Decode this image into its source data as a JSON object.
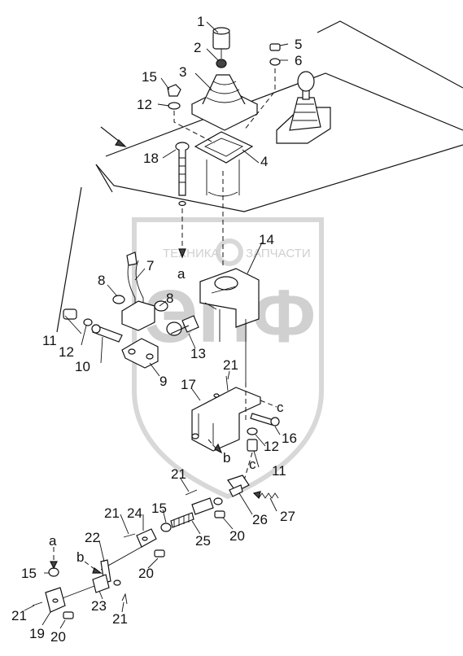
{
  "watermark": {
    "line1_left": "ТЕХНИКА",
    "line1_right": "ЗАПЧАСТИ",
    "logo": "ЭПФ"
  },
  "callouts": {
    "c1": "1",
    "c2": "2",
    "c3": "3",
    "c4": "4",
    "c5": "5",
    "c6": "6",
    "c15a": "15",
    "c12a": "12",
    "c18": "18",
    "c14": "14",
    "c7": "7",
    "c8a": "8",
    "c8b": "8",
    "ref_a_top": "a",
    "c11a": "11",
    "c12b": "12",
    "c10": "10",
    "c9": "9",
    "c13": "13",
    "c21a": "21",
    "c17": "17",
    "ref_c_top": "c",
    "c16": "16",
    "c12c": "12",
    "ref_b_mid": "b",
    "ref_c_mid": "c",
    "c11b": "11",
    "c21b": "21",
    "c27": "27",
    "c26": "26",
    "c20a": "20",
    "c21c": "21",
    "c24": "24",
    "c15b": "15",
    "c25": "25",
    "c22": "22",
    "ref_a_bot": "a",
    "ref_b_bot": "b",
    "c20b": "20",
    "c15c": "15",
    "c21d": "21",
    "c23": "23",
    "c21e": "21",
    "c19": "19",
    "c20c": "20"
  }
}
